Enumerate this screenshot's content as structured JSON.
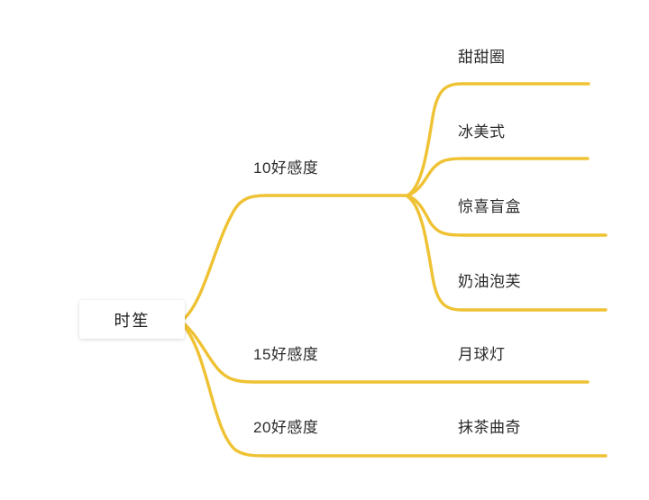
{
  "diagram": {
    "type": "mind-map",
    "orientation": "left-to-right",
    "background_color": "#ffffff",
    "edge_color": "#EFC234",
    "text_color": "#2b2b2b",
    "root": {
      "label": "时笙"
    },
    "branches": [
      {
        "label": "10好感度",
        "children": [
          {
            "label": "甜甜圈"
          },
          {
            "label": "冰美式"
          },
          {
            "label": "惊喜盲盒"
          },
          {
            "label": "奶油泡芙"
          }
        ]
      },
      {
        "label": "15好感度",
        "children": [
          {
            "label": "月球灯"
          }
        ]
      },
      {
        "label": "20好感度",
        "children": [
          {
            "label": "抹茶曲奇"
          }
        ]
      }
    ]
  }
}
